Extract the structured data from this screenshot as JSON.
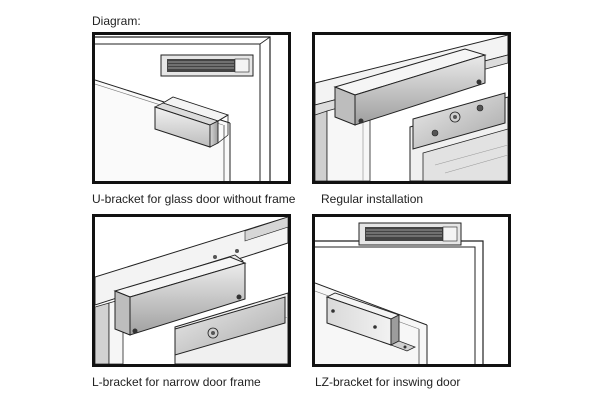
{
  "diagram": {
    "title": "Diagram:",
    "panels": [
      {
        "caption": "U-bracket for glass door without frame"
      },
      {
        "caption": "Regular installation"
      },
      {
        "caption": "L-bracket for narrow door frame"
      },
      {
        "caption": "LZ-bracket for inswing door"
      }
    ]
  }
}
